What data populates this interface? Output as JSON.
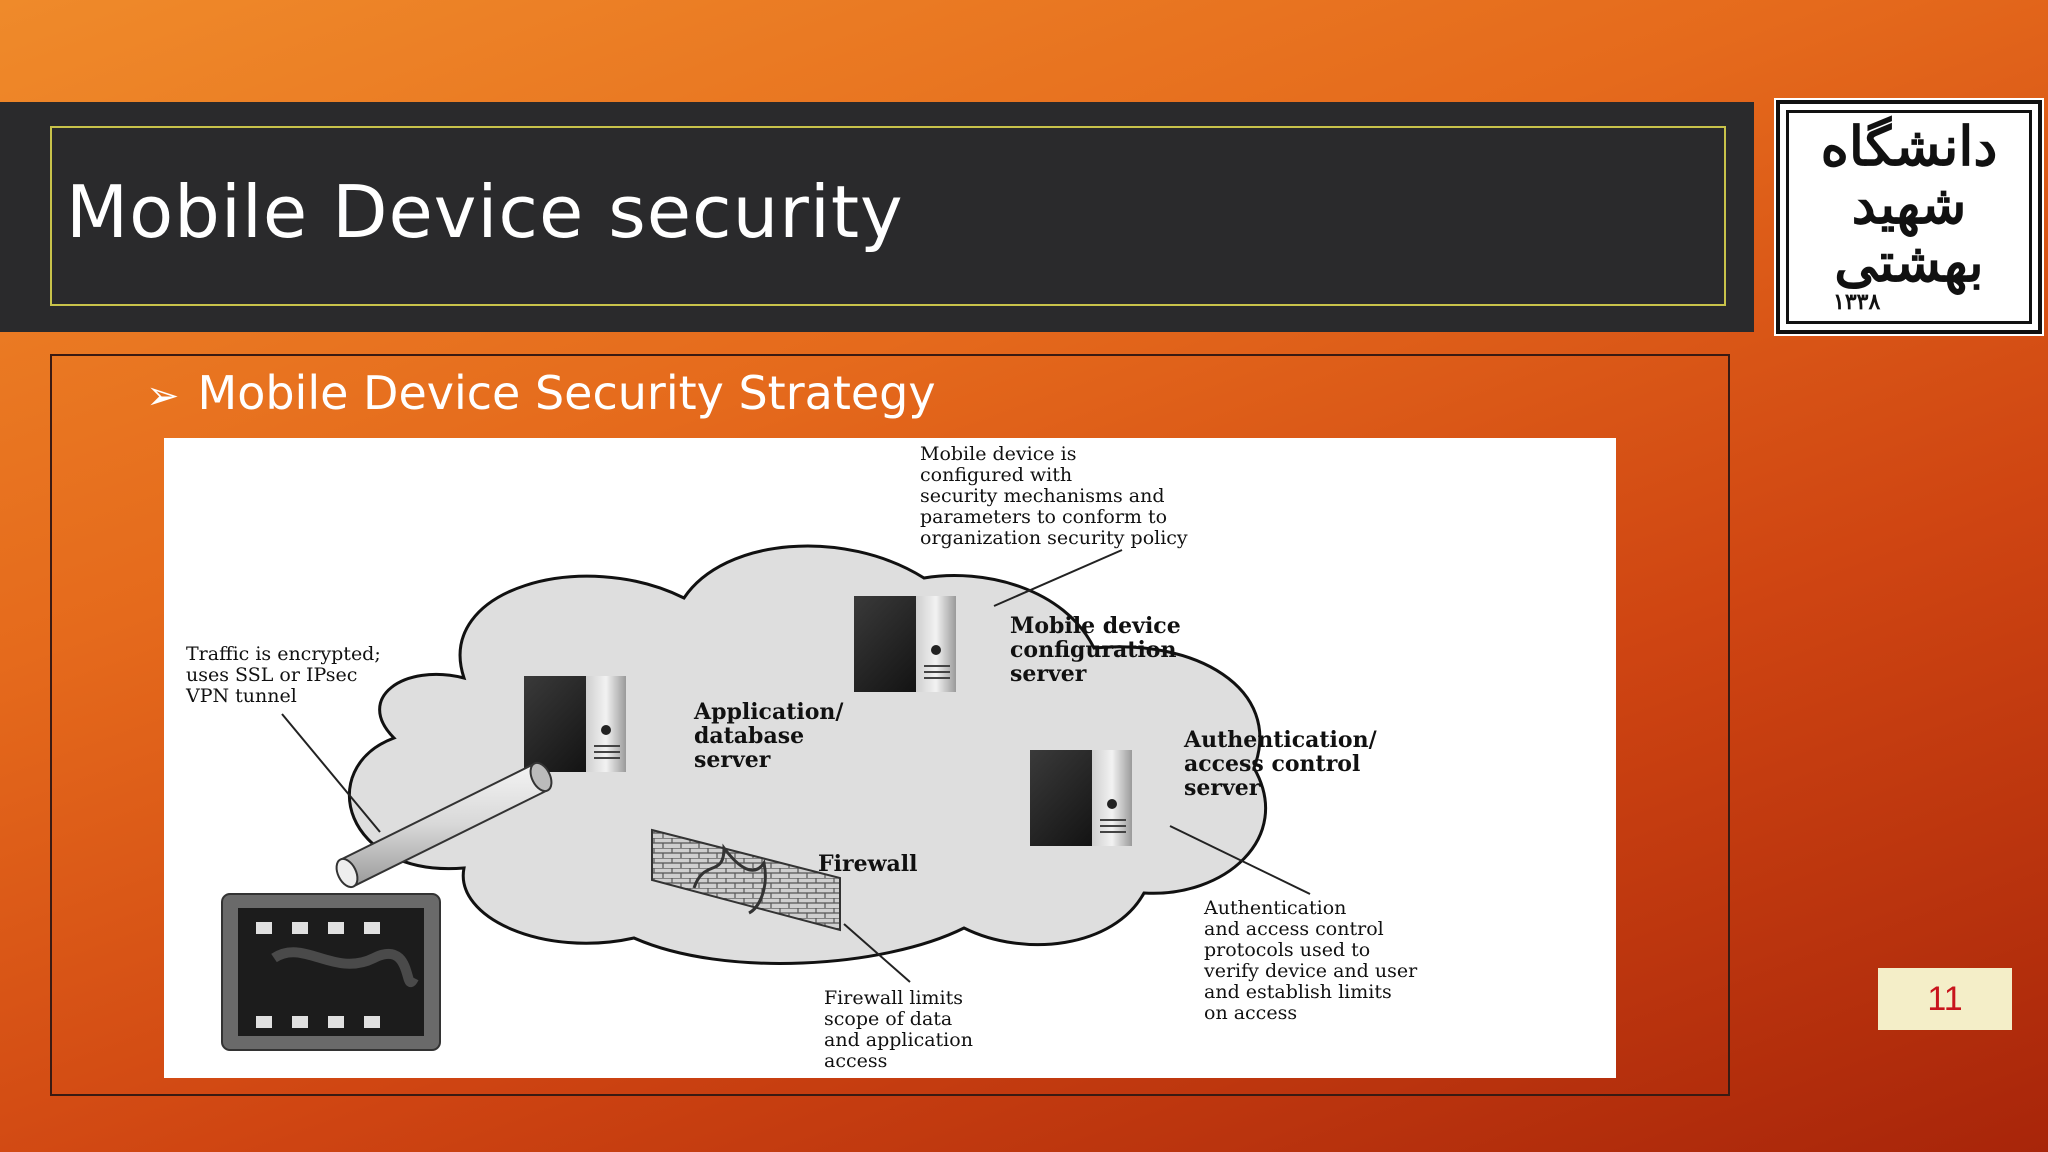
{
  "slide": {
    "title": "Mobile Device security",
    "bullet_marker": "➢",
    "bullet": "Mobile Device Security Strategy",
    "page_number": "11"
  },
  "logo": {
    "lettering": "دانشگاه\nشهید\nبهشتی",
    "year": "۱۳۳۸"
  },
  "diagram": {
    "labels": {
      "config_note": "Mobile device is\nconfigured with\nsecurity mechanisms and\nparameters to conform to\norganization security policy",
      "config_server": "Mobile device\nconfiguration\nserver",
      "traffic_note": "Traffic is encrypted;\nuses SSL or IPsec\nVPN tunnel",
      "app_server": "Application/\ndatabase\nserver",
      "auth_server": "Authentication/\naccess control\nserver",
      "firewall": "Firewall",
      "auth_note": "Authentication\nand access control\nprotocols used to\nverify device and user\nand establish limits\non access",
      "firewall_note": "Firewall limits\nscope of data\nand application\naccess"
    }
  }
}
